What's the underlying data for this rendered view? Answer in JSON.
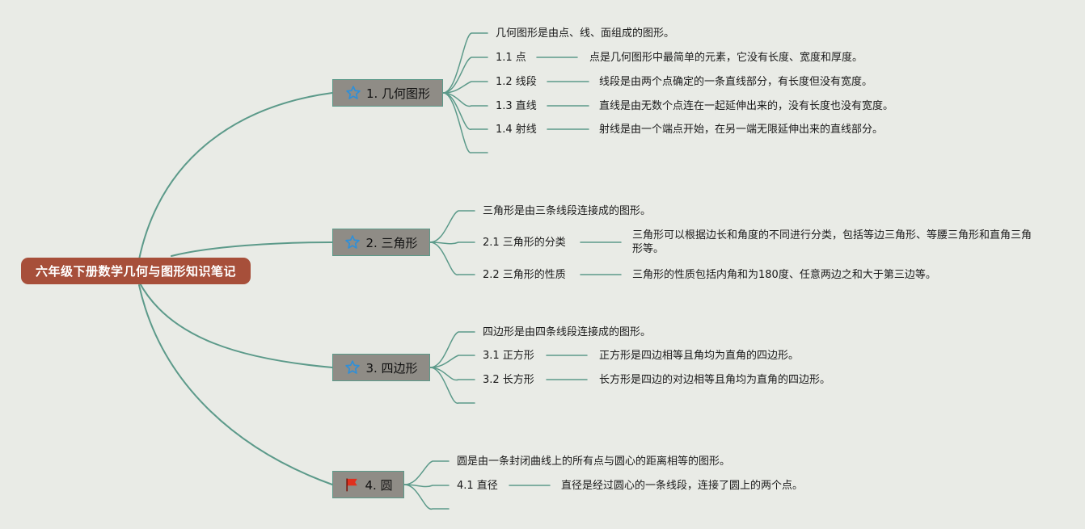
{
  "root": {
    "title": "六年级下册数学几何与图形知识笔记"
  },
  "branches": [
    {
      "label": "1. 几何图形",
      "icon": "star-icon",
      "summary": "几何图形是由点、线、面组成的图形。",
      "items": [
        {
          "term": "1.1 点",
          "desc": "点是几何图形中最简单的元素，它没有长度、宽度和厚度。"
        },
        {
          "term": "1.2 线段",
          "desc": "线段是由两个点确定的一条直线部分，有长度但没有宽度。"
        },
        {
          "term": "1.3 直线",
          "desc": "直线是由无数个点连在一起延伸出来的，没有长度也没有宽度。"
        },
        {
          "term": "1.4 射线",
          "desc": "射线是由一个端点开始，在另一端无限延伸出来的直线部分。"
        }
      ]
    },
    {
      "label": "2. 三角形",
      "icon": "star-icon",
      "summary": "三角形是由三条线段连接成的图形。",
      "items": [
        {
          "term": "2.1 三角形的分类",
          "desc": "三角形可以根据边长和角度的不同进行分类，包括等边三角形、等腰三角形和直角三角形等。"
        },
        {
          "term": "2.2 三角形的性质",
          "desc": "三角形的性质包括内角和为180度、任意两边之和大于第三边等。"
        }
      ]
    },
    {
      "label": "3. 四边形",
      "icon": "star-icon",
      "summary": "四边形是由四条线段连接成的图形。",
      "items": [
        {
          "term": "3.1 正方形",
          "desc": "正方形是四边相等且角均为直角的四边形。"
        },
        {
          "term": "3.2 长方形",
          "desc": "长方形是四边的对边相等且角均为直角的四边形。"
        }
      ]
    },
    {
      "label": "4. 圆",
      "icon": "red-flag-icon",
      "summary": "圆是由一条封闭曲线上的所有点与圆心的距离相等的图形。",
      "items": [
        {
          "term": "4.1 直径",
          "desc": "直径是经过圆心的一条线段，连接了圆上的两个点。"
        }
      ]
    }
  ],
  "colors": {
    "link": "#5c9a8a",
    "root": "#a74f3a",
    "branch": "#8f8c86",
    "star": "#2f8fd8",
    "flag": "#e0301e",
    "background": "#e9ebe6"
  }
}
